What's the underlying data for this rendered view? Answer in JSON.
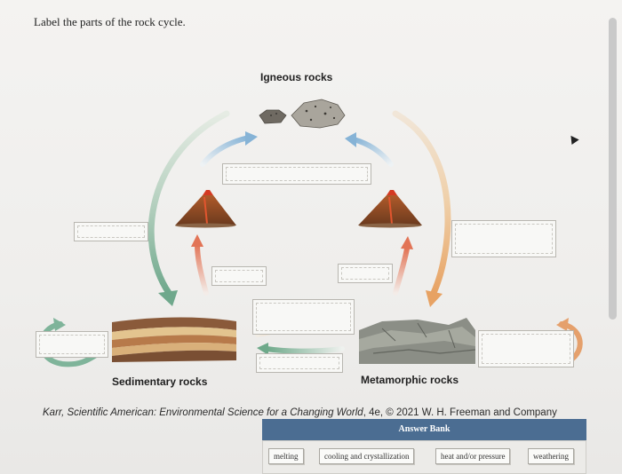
{
  "question": "Label the parts of the rock cycle.",
  "labels": {
    "igneous": "Igneous rocks",
    "sedimentary": "Sedimentary rocks",
    "metamorphic": "Metamorphic rocks"
  },
  "credit": {
    "text": "Karr, Scientific American: Environmental Science for a Changing World",
    "rest": ", 4e, © 2021 W. H. Freeman and Company"
  },
  "answer_bank": {
    "title": "Answer Bank",
    "chips": [
      "melting",
      "cooling and crystallization",
      "heat and/or pressure",
      "weathering"
    ]
  },
  "colors": {
    "bank_header": "#4b6d92",
    "arrow_blue": "#8fb6d6",
    "arrow_green": "#7fb49a",
    "arrow_orange": "#e8a070",
    "arrow_red": "#e07858"
  }
}
